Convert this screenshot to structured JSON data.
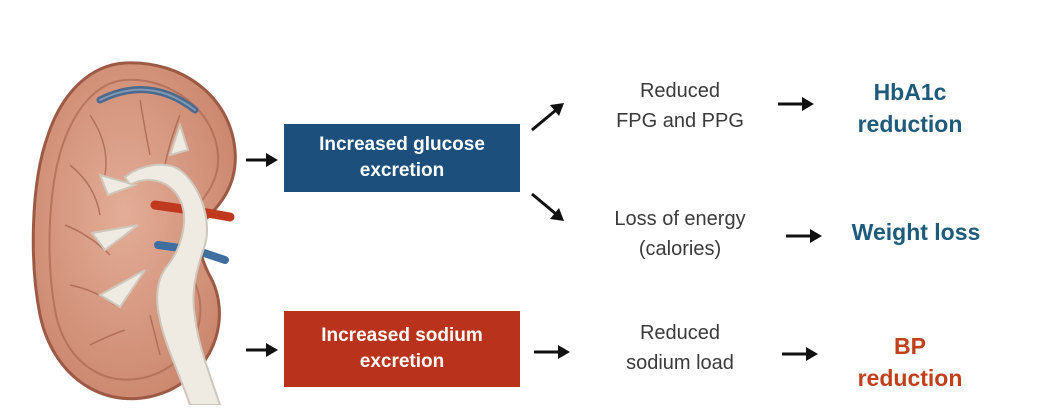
{
  "colors": {
    "glucose_box": "#1d4f7c",
    "sodium_box": "#b8321c",
    "outcome_blue": "#1e5a7a",
    "outcome_red": "#c0401c",
    "arrow": "#111111"
  },
  "illustration": {
    "icon": "kidney-cross-section-icon"
  },
  "boxes": {
    "glucose": {
      "line1": "Increased glucose",
      "line2": "excretion"
    },
    "sodium": {
      "line1": "Increased sodium",
      "line2": "excretion"
    }
  },
  "effects": {
    "glycemic": {
      "line1": "Reduced",
      "line2": "FPG and PPG"
    },
    "energy": {
      "line1": "Loss of energy",
      "line2": "(calories)"
    },
    "sodium": {
      "line1": "Reduced",
      "line2": "sodium load"
    }
  },
  "outcomes": {
    "hba1c": {
      "line1": "HbA1c",
      "line2": "reduction"
    },
    "weight": {
      "line1": "Weight loss"
    },
    "bp": {
      "line1": "BP",
      "line2": "reduction"
    }
  }
}
